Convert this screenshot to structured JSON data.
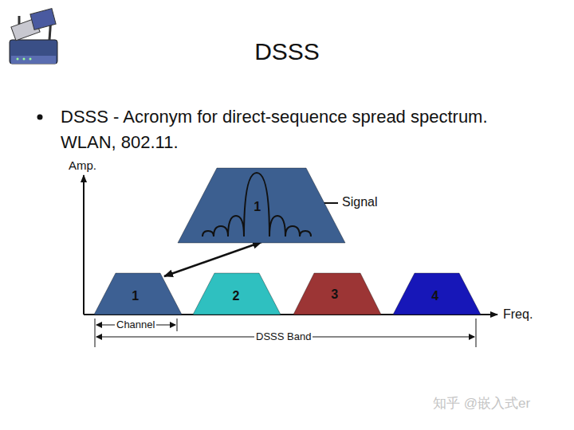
{
  "diagram": {
    "title": "DSSS",
    "nodes": [
      {
        "text": [
          "1"
        ]
      },
      {
        "text": [
          "1"
        ]
      },
      {
        "text": [
          "2"
        ]
      },
      {
        "text": [
          "3"
        ]
      },
      {
        "text": [
          "4"
        ]
      }
    ],
    "edges": [
      {
        "from": 1,
        "to": 0,
        "arrow": "both"
      }
    ],
    "labels": [
      "DSSS - Acronym for direct-sequence spread spectrum. WLAN, 802.11.",
      "Amp.",
      "Freq.",
      "Signal",
      "Channel",
      "DSSS Band",
      "知乎 @嵌入式er"
    ]
  }
}
